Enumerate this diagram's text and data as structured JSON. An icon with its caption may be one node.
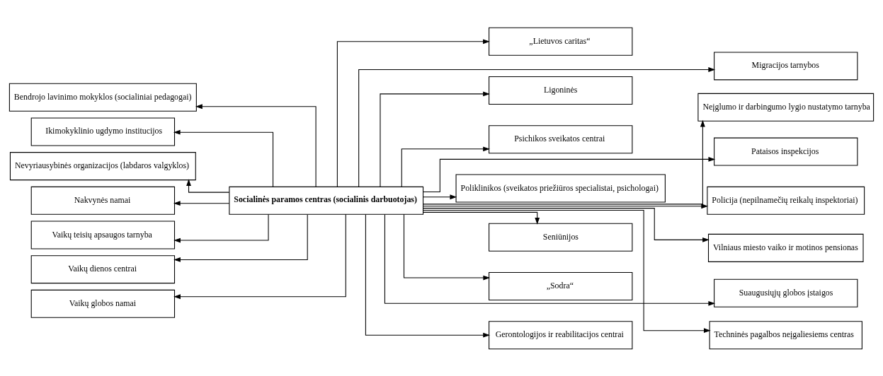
{
  "diagram": {
    "nodes": [
      {
        "text": [
          "Bendrojo lavinimo mokyklos (socialiniai pedagogai)"
        ]
      },
      {
        "text": [
          "Ikimokyklinio ugdymo institucijos"
        ]
      },
      {
        "text": [
          "Nevyriausybinės organizacijos (labdaros valgyklos)"
        ]
      },
      {
        "text": [
          "Nakvynės namai"
        ]
      },
      {
        "text": [
          "Vaikų teisių apsaugos tarnyba"
        ]
      },
      {
        "text": [
          "Vaikų dienos centrai"
        ]
      },
      {
        "text": [
          "Vaikų globos namai"
        ]
      },
      {
        "text": [
          "„Lietuvos caritas“"
        ]
      },
      {
        "text": [
          "Ligoninės"
        ]
      },
      {
        "text": [
          "Psichikos sveikatos centrai"
        ]
      },
      {
        "text": [
          "Socialinės paramos centras (socialinis darbuotojas)"
        ]
      },
      {
        "text": [
          "Poliklinikos (sveikatos priežiūros specialistai, psichologai)"
        ]
      },
      {
        "text": [
          "Seniūnijos"
        ]
      },
      {
        "text": [
          "„Sodra“"
        ]
      },
      {
        "text": [
          "Gerontologijos ir reabilitacijos centrai"
        ]
      },
      {
        "text": [
          "Migracijos tarnybos"
        ]
      },
      {
        "text": [
          "Neįglumo ir darbingumo lygio nustatymo tarnyba"
        ]
      },
      {
        "text": [
          "Pataisos inspekcijos"
        ]
      },
      {
        "text": [
          "Policija (nepilnamečių reikalų inspektoriai)"
        ]
      },
      {
        "text": [
          "Vilniaus miesto vaiko ir motinos pensionas"
        ]
      },
      {
        "text": [
          "Suaugusiųjų globos įstaigos"
        ]
      },
      {
        "text": [
          "Techninės pagalbos neįgaliesiems centras"
        ]
      }
    ],
    "edges": [
      {
        "from": 10,
        "to": 0,
        "arrow": "to"
      },
      {
        "from": 10,
        "to": 1,
        "arrow": "to"
      },
      {
        "from": 10,
        "to": 2,
        "arrow": "to"
      },
      {
        "from": 10,
        "to": 3,
        "arrow": "to"
      },
      {
        "from": 10,
        "to": 4,
        "arrow": "to"
      },
      {
        "from": 10,
        "to": 5,
        "arrow": "to"
      },
      {
        "from": 10,
        "to": 6,
        "arrow": "to"
      },
      {
        "from": 10,
        "to": 7,
        "arrow": "to"
      },
      {
        "from": 10,
        "to": 8,
        "arrow": "to"
      },
      {
        "from": 10,
        "to": 9,
        "arrow": "to"
      },
      {
        "from": 10,
        "to": 11,
        "arrow": "to"
      },
      {
        "from": 10,
        "to": 13,
        "arrow": "to"
      },
      {
        "from": 10,
        "to": 14,
        "arrow": "to"
      },
      {
        "from": 10,
        "to": 15,
        "arrow": "to"
      },
      {
        "from": 10,
        "to": 16,
        "arrow": "to"
      },
      {
        "from": 10,
        "to": 17,
        "arrow": "to"
      },
      {
        "from": 10,
        "to": 18,
        "arrow": "to"
      },
      {
        "from": 10,
        "to": 19,
        "arrow": "to"
      },
      {
        "from": 10,
        "to": 12,
        "arrow": "to"
      },
      {
        "from": 10,
        "to": 20,
        "arrow": "to"
      },
      {
        "from": 10,
        "to": 21,
        "arrow": "to"
      }
    ]
  }
}
